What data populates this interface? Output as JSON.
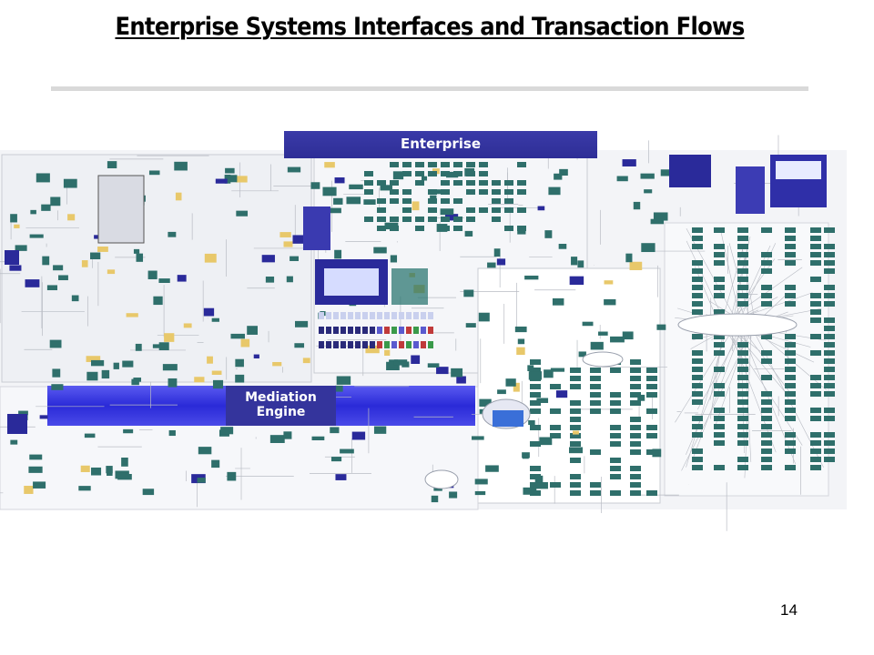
{
  "slide": {
    "title": "Enterprise Systems Interfaces and Transaction Flows",
    "page_number": "14"
  },
  "diagram": {
    "enterprise_label": "Enterprise",
    "mediation_label": "Mediation Engine",
    "colors": {
      "band_blue": "#3333a0",
      "node_teal": "#2f6f6b",
      "line_gray": "#b9bcc4",
      "panel_blue": "#2a2a9a"
    }
  }
}
